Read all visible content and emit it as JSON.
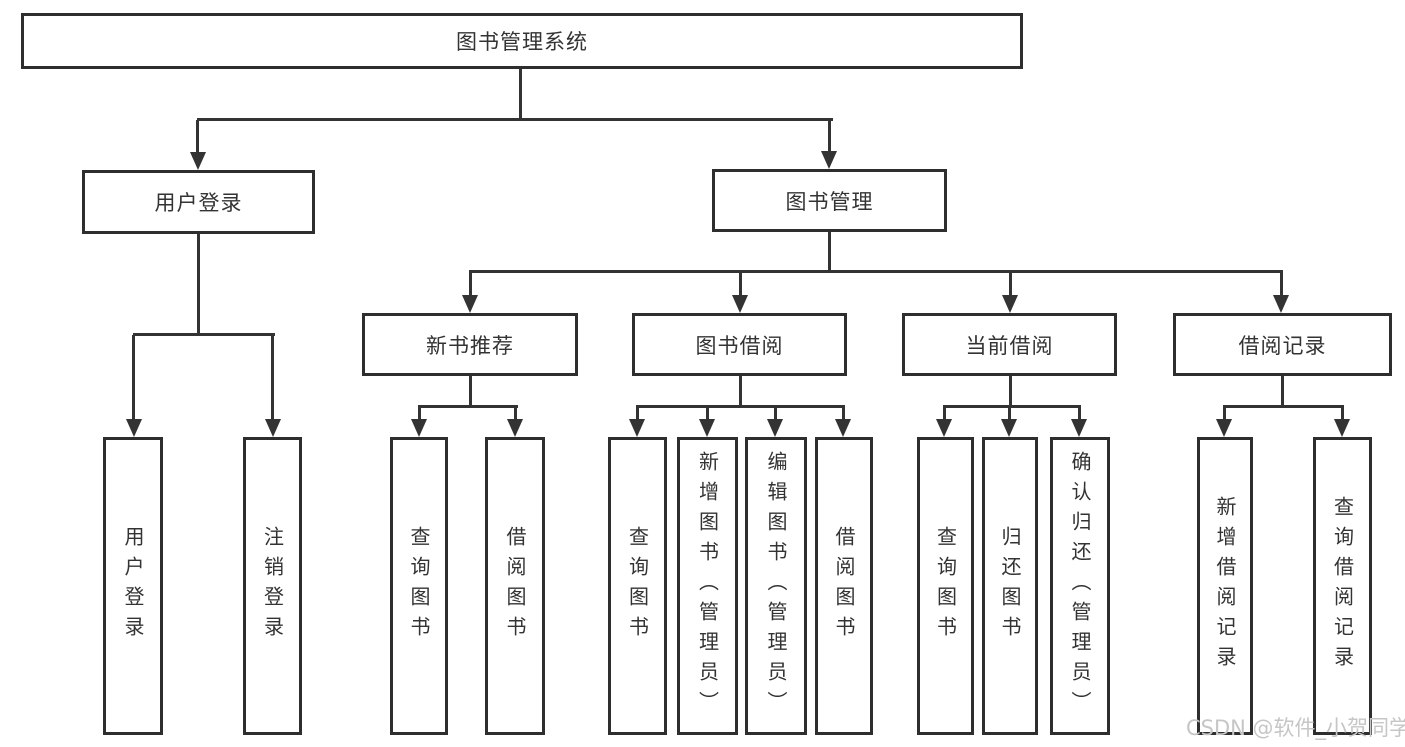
{
  "diagram": {
    "root_label": "图书管理系统",
    "level2": {
      "user_login": "用户登录",
      "book_mgmt": "图书管理"
    },
    "level3": {
      "new_book": "新书推荐",
      "book_borrow": "图书借阅",
      "current_borrow": "当前借阅",
      "borrow_record": "借阅记录"
    },
    "leaves": {
      "user_login": [
        "用户登录",
        "注销登录"
      ],
      "new_book": [
        "查询图书",
        "借阅图书"
      ],
      "book_borrow": [
        "查询图书",
        "新增图书（管理员）",
        "编辑图书（管理员）",
        "借阅图书"
      ],
      "current_borrow": [
        "查询图书",
        "归还图书",
        "确认归还（管理员）"
      ],
      "borrow_record": [
        "新增借阅记录",
        "查询借阅记录"
      ]
    }
  },
  "watermark": {
    "text": "CSDN @软件_小贺同学"
  },
  "colors": {
    "line": "#333333",
    "box_border": "#2e2e2e",
    "box_bg": "#ffffff",
    "text": "#333333",
    "watermark": "#c6c6c6",
    "background": "#ffffff"
  }
}
